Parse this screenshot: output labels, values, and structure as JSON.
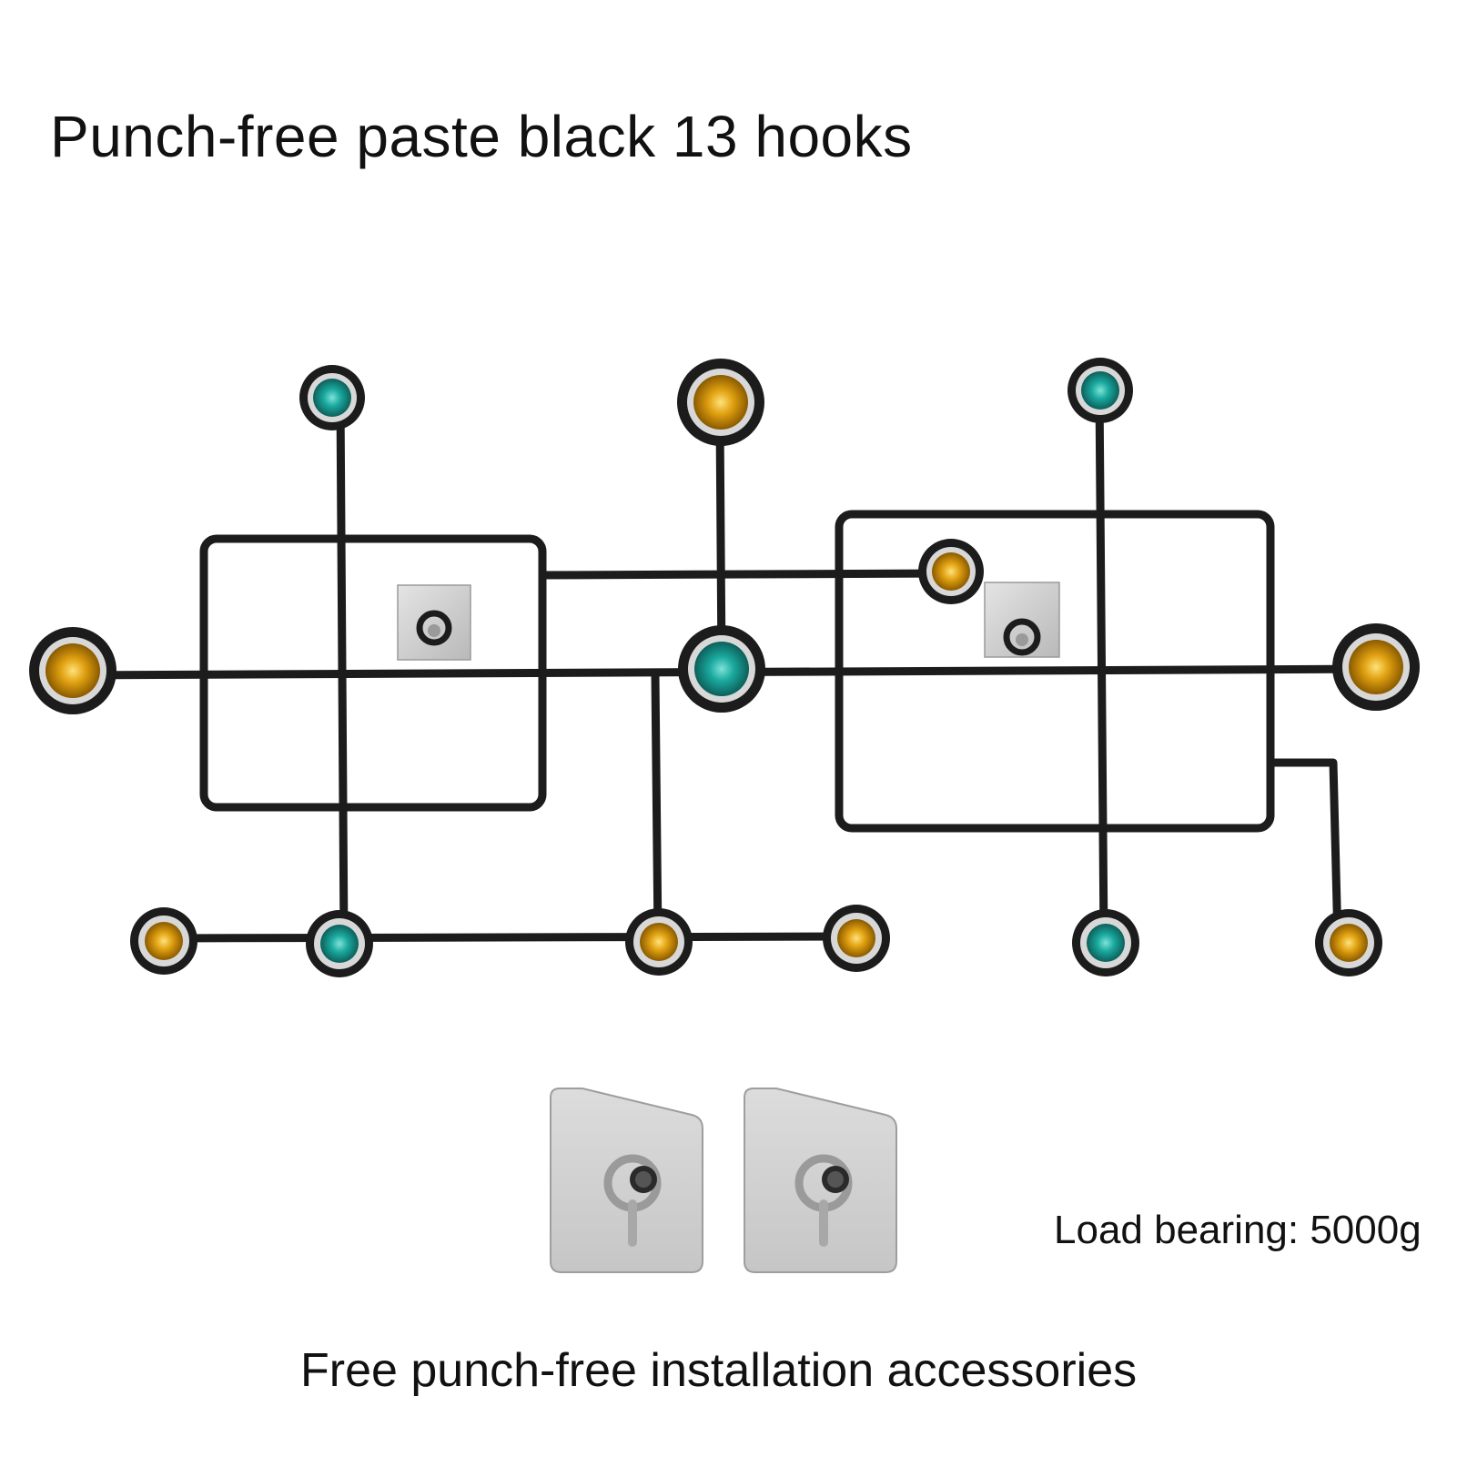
{
  "title": "Punch-free paste black 13 hooks",
  "load_bearing": "Load bearing: 5000g",
  "caption": "Free punch-free installation accessories",
  "product": {
    "frame_color": "#1c1c1c",
    "gem_colors": {
      "teal": "#1aa89e",
      "amber": "#e0a010"
    },
    "hooks": [
      {
        "name": "hook-top-left",
        "gem": "teal"
      },
      {
        "name": "hook-top-center",
        "gem": "amber"
      },
      {
        "name": "hook-top-right",
        "gem": "teal"
      },
      {
        "name": "hook-upper-mid-right",
        "gem": "amber"
      },
      {
        "name": "hook-left",
        "gem": "amber"
      },
      {
        "name": "hook-center",
        "gem": "teal"
      },
      {
        "name": "hook-right",
        "gem": "amber"
      },
      {
        "name": "hook-bottom-1",
        "gem": "amber"
      },
      {
        "name": "hook-bottom-2",
        "gem": "teal"
      },
      {
        "name": "hook-bottom-3",
        "gem": "amber"
      },
      {
        "name": "hook-bottom-4",
        "gem": "amber"
      },
      {
        "name": "hook-bottom-5",
        "gem": "teal"
      },
      {
        "name": "hook-bottom-6",
        "gem": "amber"
      }
    ]
  }
}
